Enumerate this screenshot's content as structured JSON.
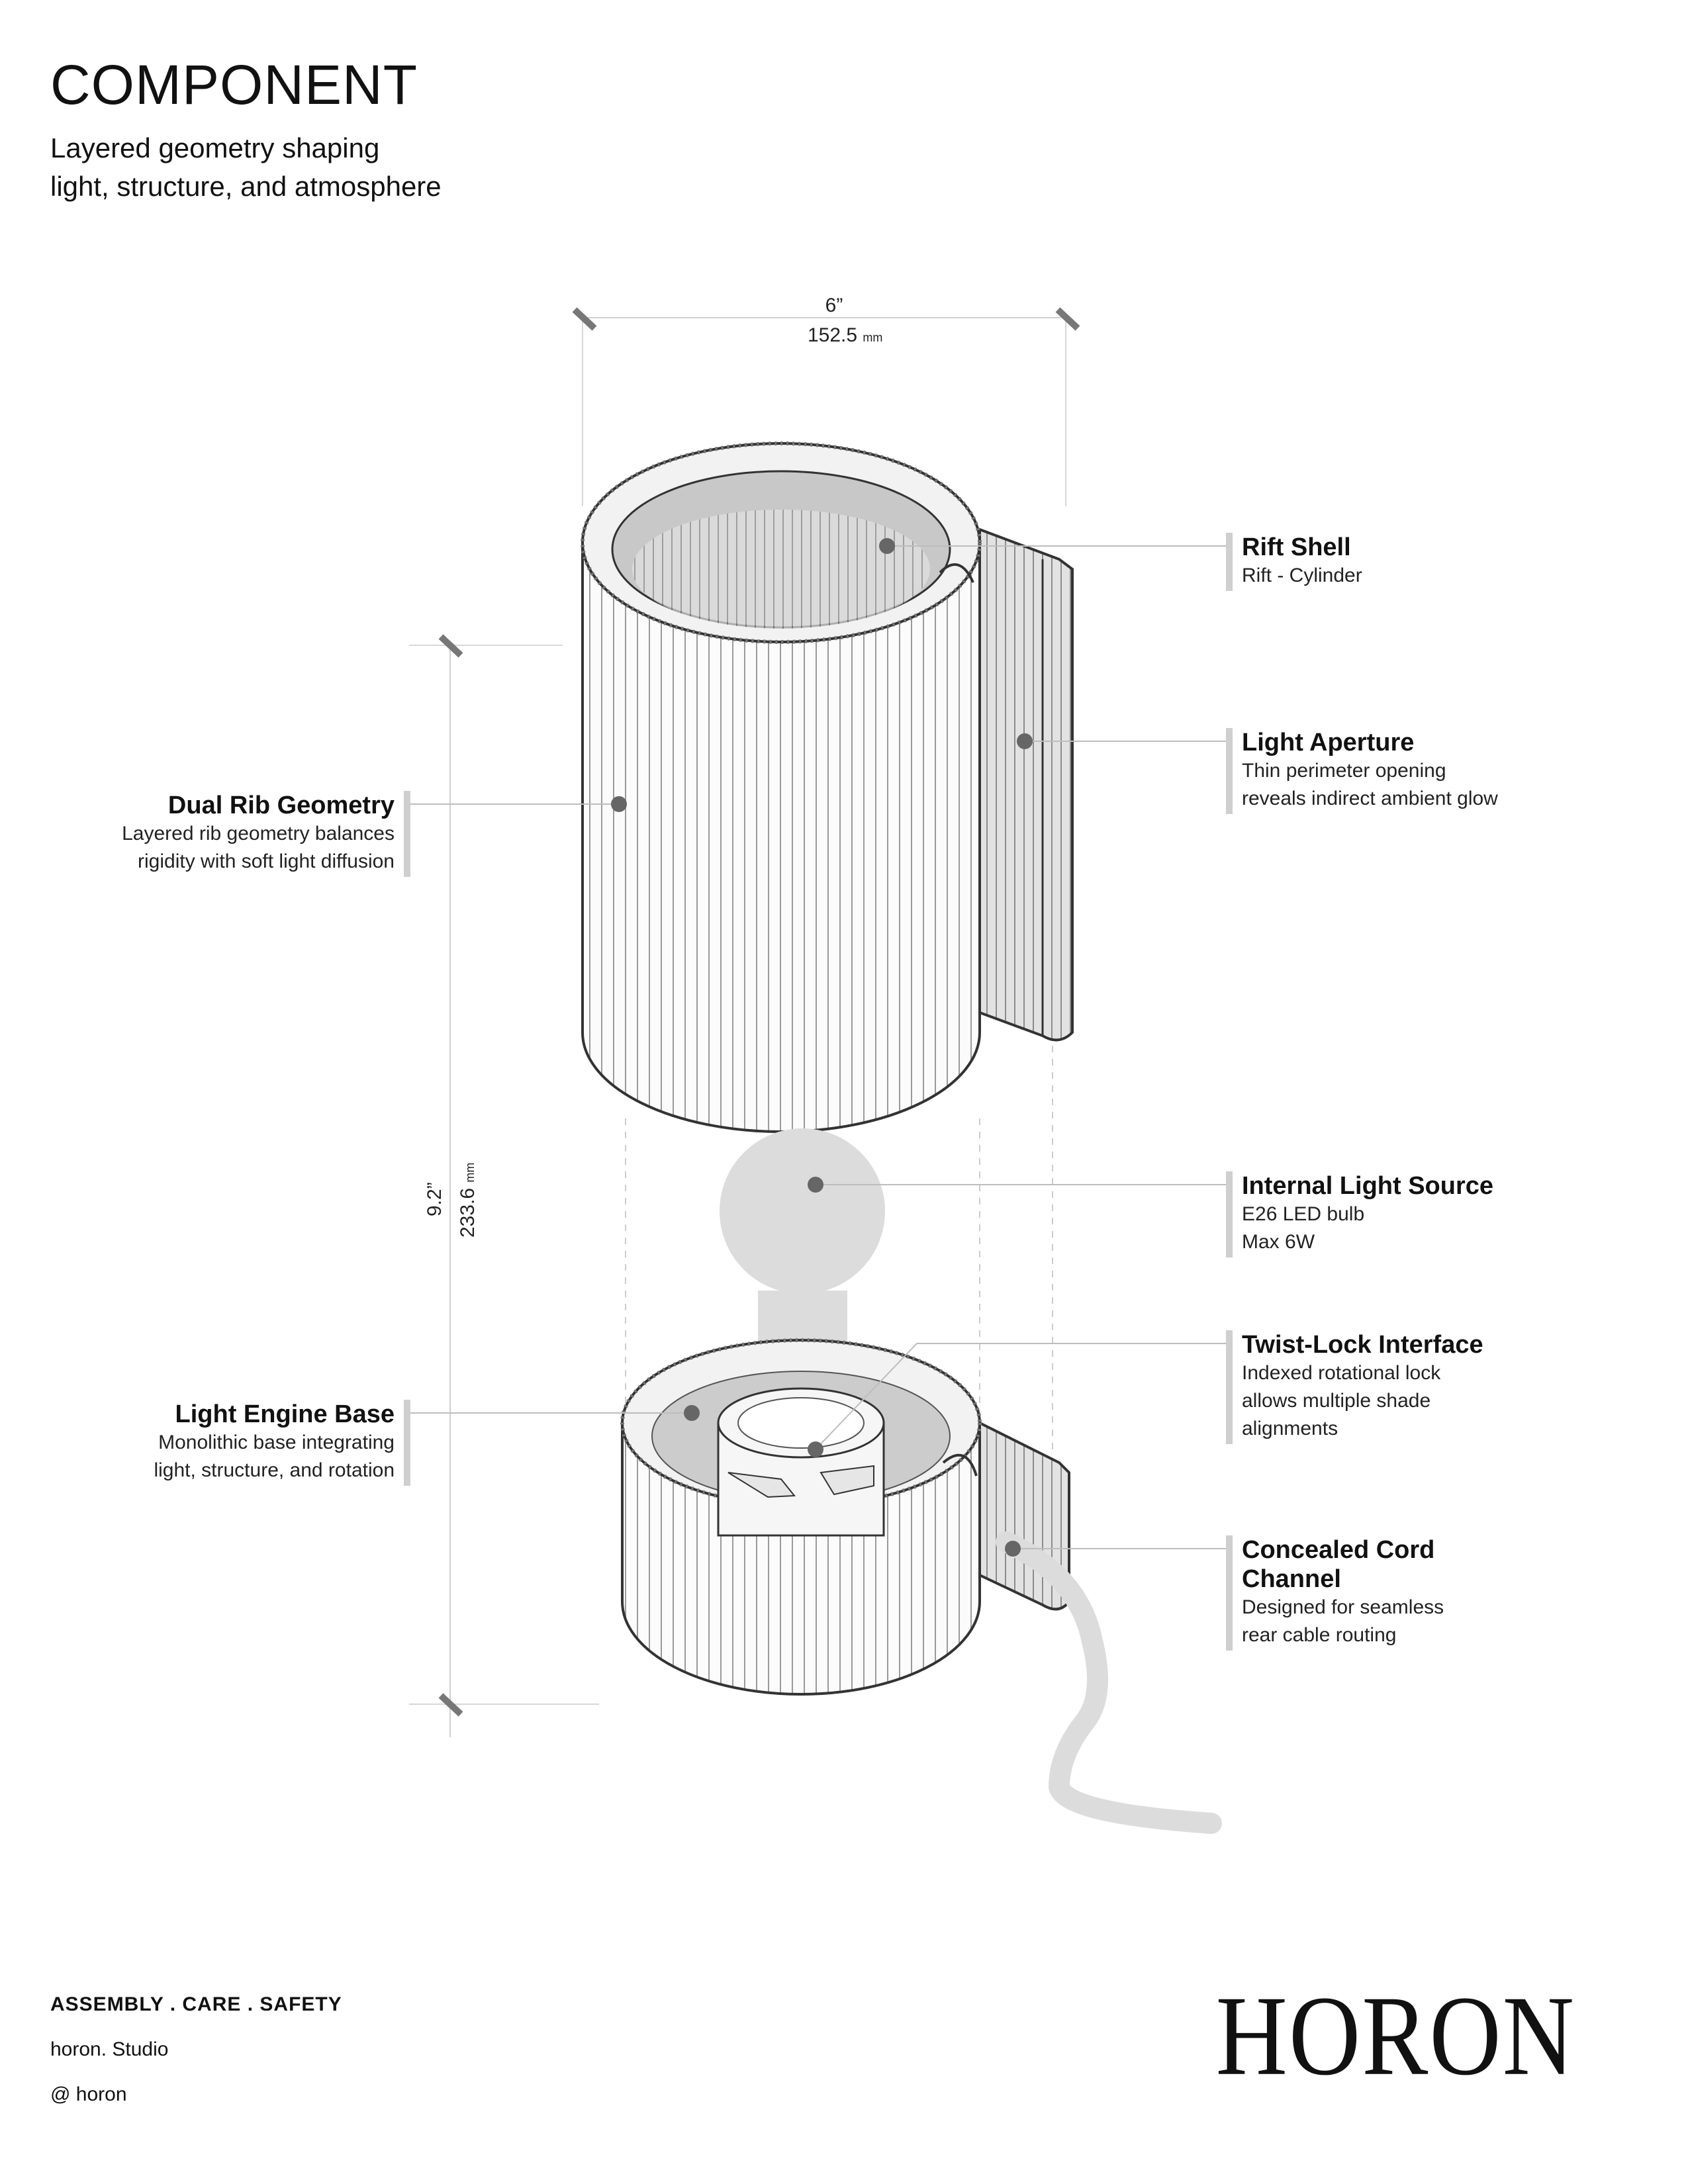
{
  "header": {
    "title": "COMPONENT",
    "subtitle_line1": "Layered geometry shaping",
    "subtitle_line2": "light, structure, and atmosphere"
  },
  "dimensions": {
    "width": {
      "imperial": "6”",
      "metric": "152.5",
      "unit": "mm"
    },
    "height": {
      "imperial": "9.2”",
      "metric": "233.6",
      "unit": "mm"
    }
  },
  "callouts": [
    {
      "title": "Rift Shell",
      "desc": [
        "Rift - Cylinder"
      ]
    },
    {
      "title": "Light Aperture",
      "desc": [
        "Thin perimeter opening",
        "reveals indirect ambient glow"
      ]
    },
    {
      "title": "Dual Rib Geometry",
      "desc": [
        "Layered rib geometry balances",
        "rigidity with soft light diffusion"
      ]
    },
    {
      "title": "Internal Light Source",
      "desc": [
        "E26 LED bulb",
        "Max 6W"
      ]
    },
    {
      "title": "Twist-Lock Interface",
      "desc": [
        "Indexed rotational lock",
        "allows multiple shade",
        "alignments"
      ]
    },
    {
      "title": "Light Engine Base",
      "desc": [
        "Monolithic base integrating",
        "light, structure, and rotation"
      ]
    },
    {
      "title": "Concealed Cord Channel",
      "title_lines": [
        "Concealed Cord",
        "Channel"
      ],
      "desc": [
        "Designed for seamless",
        "rear cable routing"
      ]
    }
  ],
  "footer": {
    "heading": "ASSEMBLY . CARE . SAFETY",
    "studio": "horon. Studio",
    "handle": "@ horon"
  },
  "brand": {
    "logo": "HORON"
  },
  "colors": {
    "ink": "#111111",
    "rule": "#cfcfcf",
    "marker": "#666666",
    "bulb": "#dcdcdc"
  }
}
